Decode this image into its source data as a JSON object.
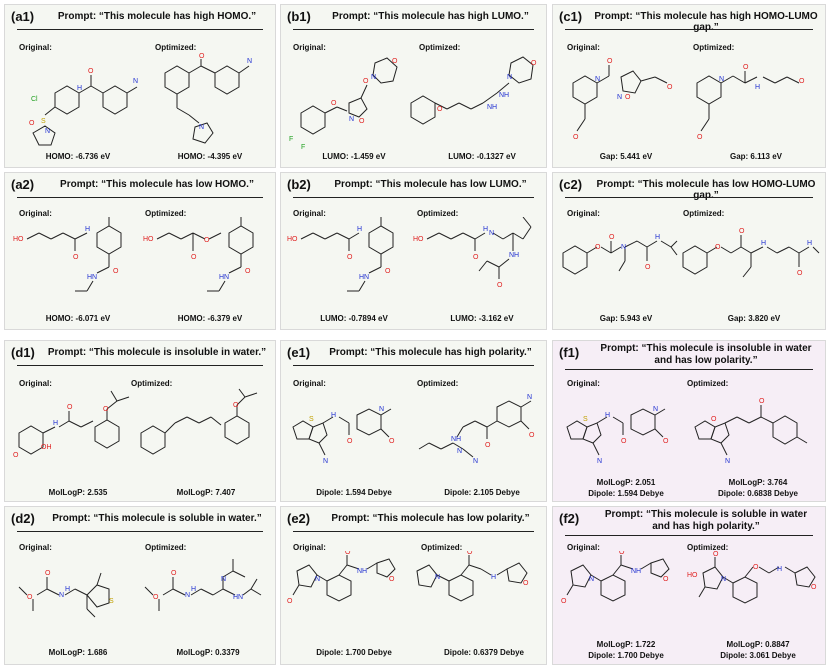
{
  "labels": {
    "original": "Original:",
    "optimized": "Optimized:"
  },
  "panels": {
    "a1": {
      "label": "(a1)",
      "prompt": "Prompt: “This molecule has high HOMO.”",
      "v1": "HOMO: -6.736 eV",
      "v2": "HOMO: -4.395 eV"
    },
    "b1": {
      "label": "(b1)",
      "prompt": "Prompt: “This molecule has high LUMO.”",
      "v1": "LUMO: -1.459 eV",
      "v2": "LUMO: -0.1327 eV"
    },
    "c1": {
      "label": "(c1)",
      "prompt": "Prompt: “This molecule has high HOMO-LUMO gap.”",
      "v1": "Gap: 5.441 eV",
      "v2": "Gap: 6.113 eV"
    },
    "a2": {
      "label": "(a2)",
      "prompt": "Prompt: “This molecule has low HOMO.”",
      "v1": "HOMO: -6.071 eV",
      "v2": "HOMO: -6.379 eV"
    },
    "b2": {
      "label": "(b2)",
      "prompt": "Prompt: “This molecule has low LUMO.”",
      "v1": "LUMO: -0.7894 eV",
      "v2": "LUMO: -3.162 eV"
    },
    "c2": {
      "label": "(c2)",
      "prompt": "Prompt: “This molecule has low HOMO-LUMO gap.”",
      "v1": "Gap: 5.943 eV",
      "v2": "Gap: 3.820 eV"
    },
    "d1": {
      "label": "(d1)",
      "prompt": "Prompt: “This molecule is insoluble in water.”",
      "v1": "MolLogP: 2.535",
      "v2": "MolLogP: 7.407"
    },
    "e1": {
      "label": "(e1)",
      "prompt": "Prompt: “This molecule has high polarity.”",
      "v1": "Dipole: 1.594 Debye",
      "v2": "Dipole: 2.105 Debye"
    },
    "f1": {
      "label": "(f1)",
      "prompt1": "Prompt: “This molecule is insoluble in water",
      "prompt2": "and has low polarity.”",
      "v1a": "MolLogP: 2.051",
      "v1b": "Dipole: 1.594 Debye",
      "v2a": "MolLogP: 3.764",
      "v2b": "Dipole: 0.6838 Debye"
    },
    "d2": {
      "label": "(d2)",
      "prompt": "Prompt: “This molecule is soluble in water.”",
      "v1": "MolLogP: 1.686",
      "v2": "MolLogP: 0.3379"
    },
    "e2": {
      "label": "(e2)",
      "prompt": "Prompt: “This molecule has low polarity.”",
      "v1": "Dipole: 1.700 Debye",
      "v2": "Dipole: 0.6379 Debye"
    },
    "f2": {
      "label": "(f2)",
      "prompt1": "Prompt: “This molecule is soluble in water",
      "prompt2": "and has high polarity.”",
      "v1a": "MolLogP: 1.722",
      "v1b": "Dipole: 1.700 Debye",
      "v2a": "MolLogP: 0.8847",
      "v2b": "Dipole: 3.061 Debye"
    }
  },
  "atoms": {
    "N": "N",
    "O": "O",
    "S": "S",
    "Cl": "Cl",
    "F": "F",
    "H": "H",
    "NH": "NH",
    "HN": "HN",
    "OH": "OH",
    "HO": "HO"
  }
}
